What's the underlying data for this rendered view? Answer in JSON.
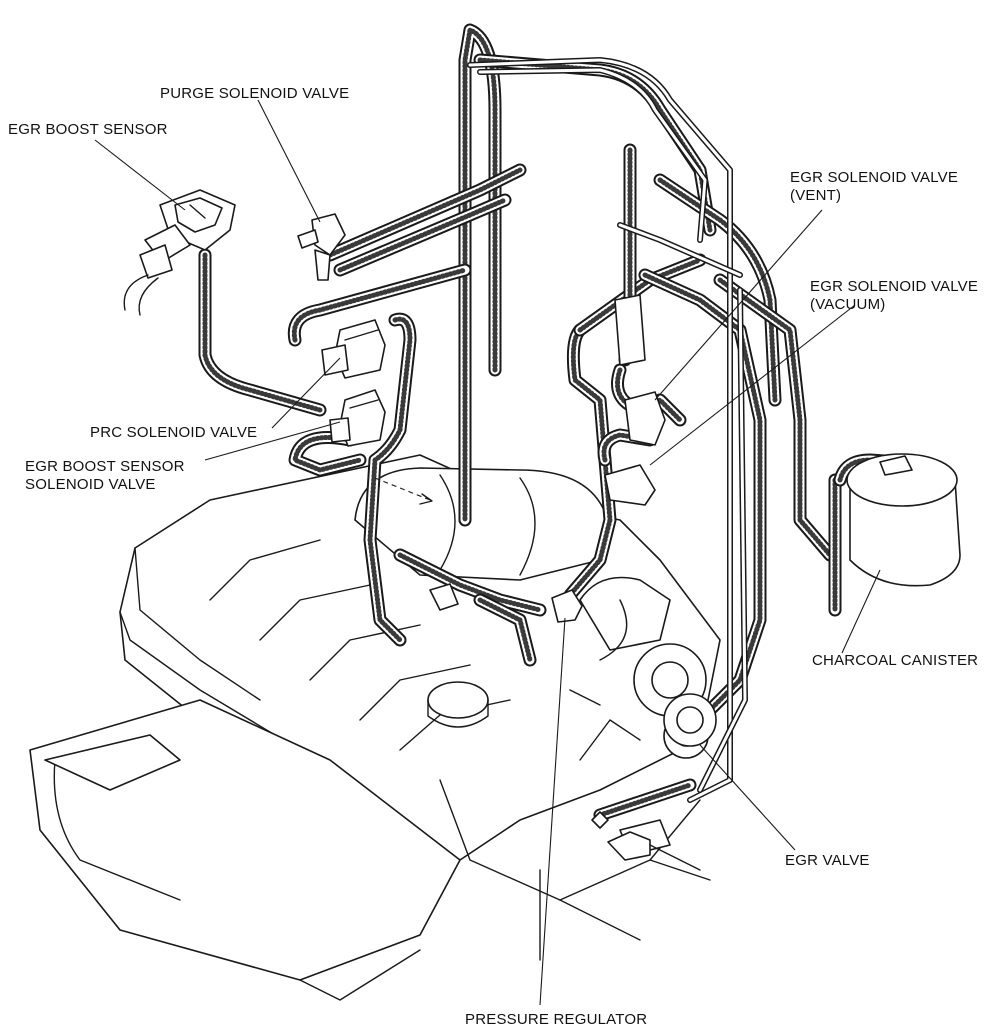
{
  "labels": {
    "egr_boost_sensor": "EGR BOOST SENSOR",
    "purge_solenoid_valve": "PURGE SOLENOID VALVE",
    "egr_solenoid_vent_line1": "EGR SOLENOID VALVE",
    "egr_solenoid_vent_line2": "(VENT)",
    "egr_solenoid_vacuum_line1": "EGR SOLENOID VALVE",
    "egr_solenoid_vacuum_line2": "(VACUUM)",
    "prc_solenoid_valve": "PRC SOLENOID VALVE",
    "egr_boost_sensor_solenoid_line1": "EGR BOOST SENSOR",
    "egr_boost_sensor_solenoid_line2": "SOLENOID VALVE",
    "charcoal_canister": "CHARCOAL CANISTER",
    "egr_valve": "EGR VALVE",
    "pressure_regulator": "PRESSURE REGULATOR"
  }
}
